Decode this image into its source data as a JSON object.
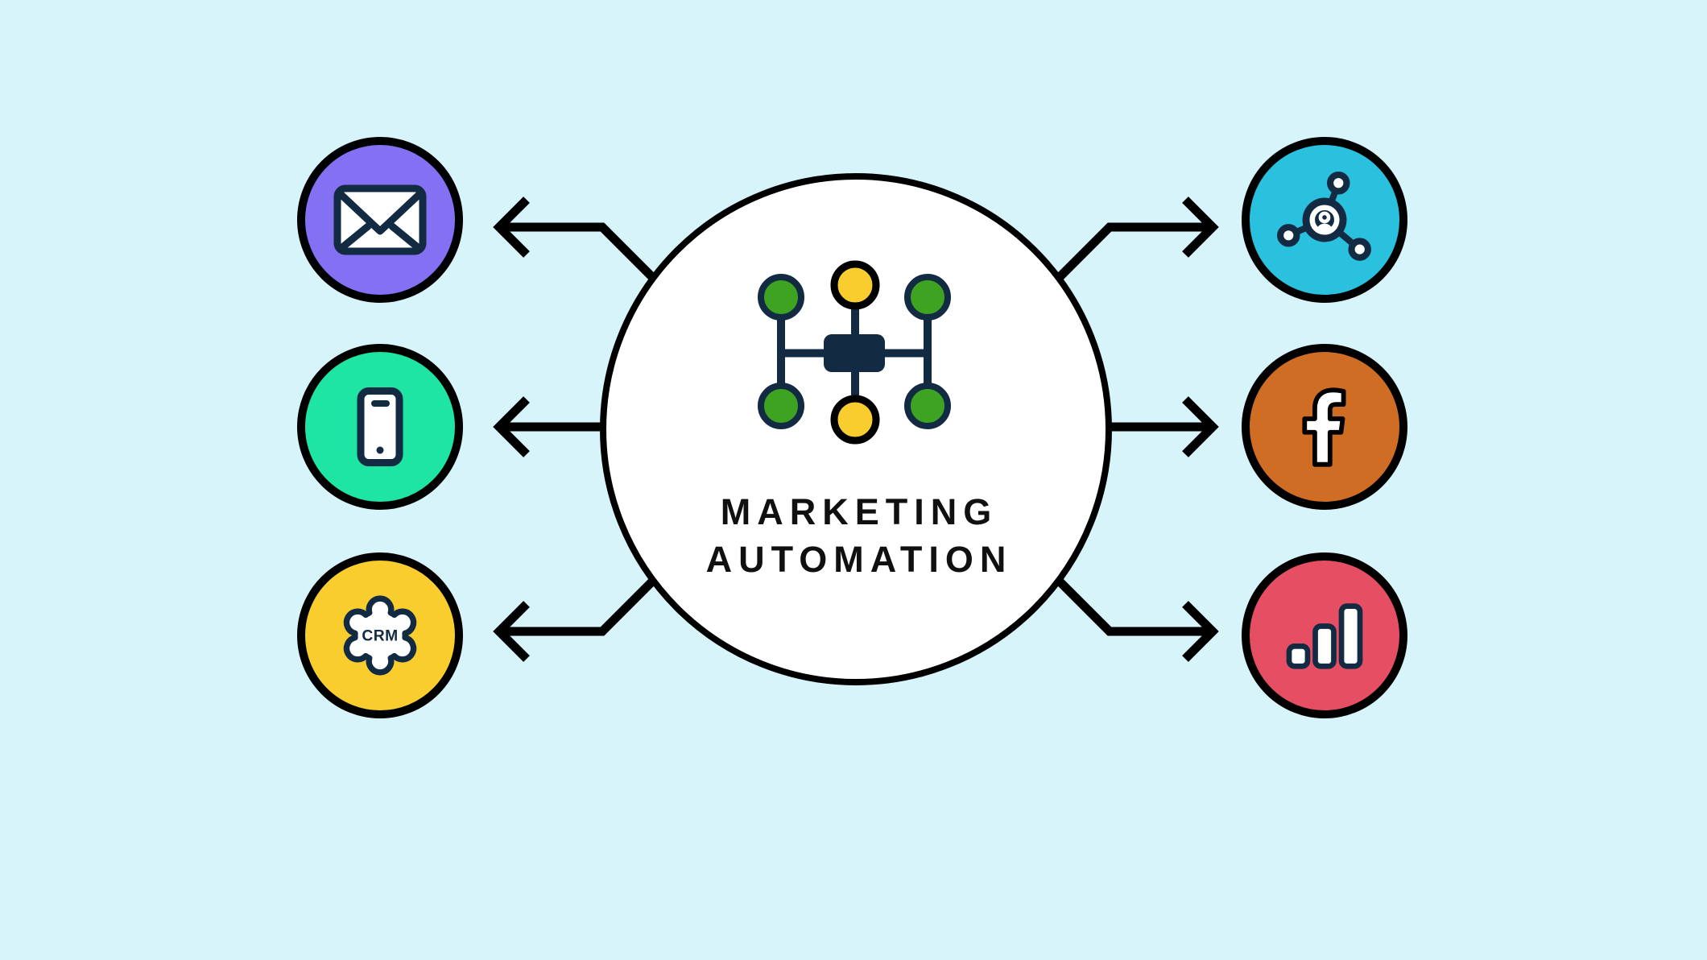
{
  "diagram_title": "MARKETING AUTOMATION",
  "palette": {
    "background": "#d8f4fb",
    "outline_black": "#000000",
    "icon_navy": "#132a43",
    "hub_fill": "#ffffff",
    "arrow_color": "#000000"
  },
  "center_hub": {
    "title_line1": "MARKETING",
    "title_line2": "AUTOMATION",
    "icon": "automation-hub-icon",
    "icon_colors": {
      "node_green": "#3da321",
      "node_yellow": "#f9cd2e",
      "connector_navy": "#132a43",
      "yellow_ring_black": "#000000"
    }
  },
  "left_nodes": [
    {
      "id": "email",
      "icon": "email-envelope-icon",
      "color": "#8470f2"
    },
    {
      "id": "mobile",
      "icon": "smartphone-icon",
      "color": "#1ee5a3"
    },
    {
      "id": "crm",
      "icon": "crm-gear-icon",
      "color": "#f9cd2e",
      "label": "CRM"
    }
  ],
  "right_nodes": [
    {
      "id": "audience-network",
      "icon": "audience-network-icon",
      "color": "#29c1de"
    },
    {
      "id": "facebook",
      "icon": "facebook-icon",
      "color": "#cf6d25"
    },
    {
      "id": "analytics",
      "icon": "bar-chart-icon",
      "color": "#e64f63"
    }
  ],
  "arrows": {
    "count": 6,
    "color": "#000000",
    "left_side_direction": "pointing-left-outward",
    "right_side_direction": "pointing-right-outward"
  }
}
